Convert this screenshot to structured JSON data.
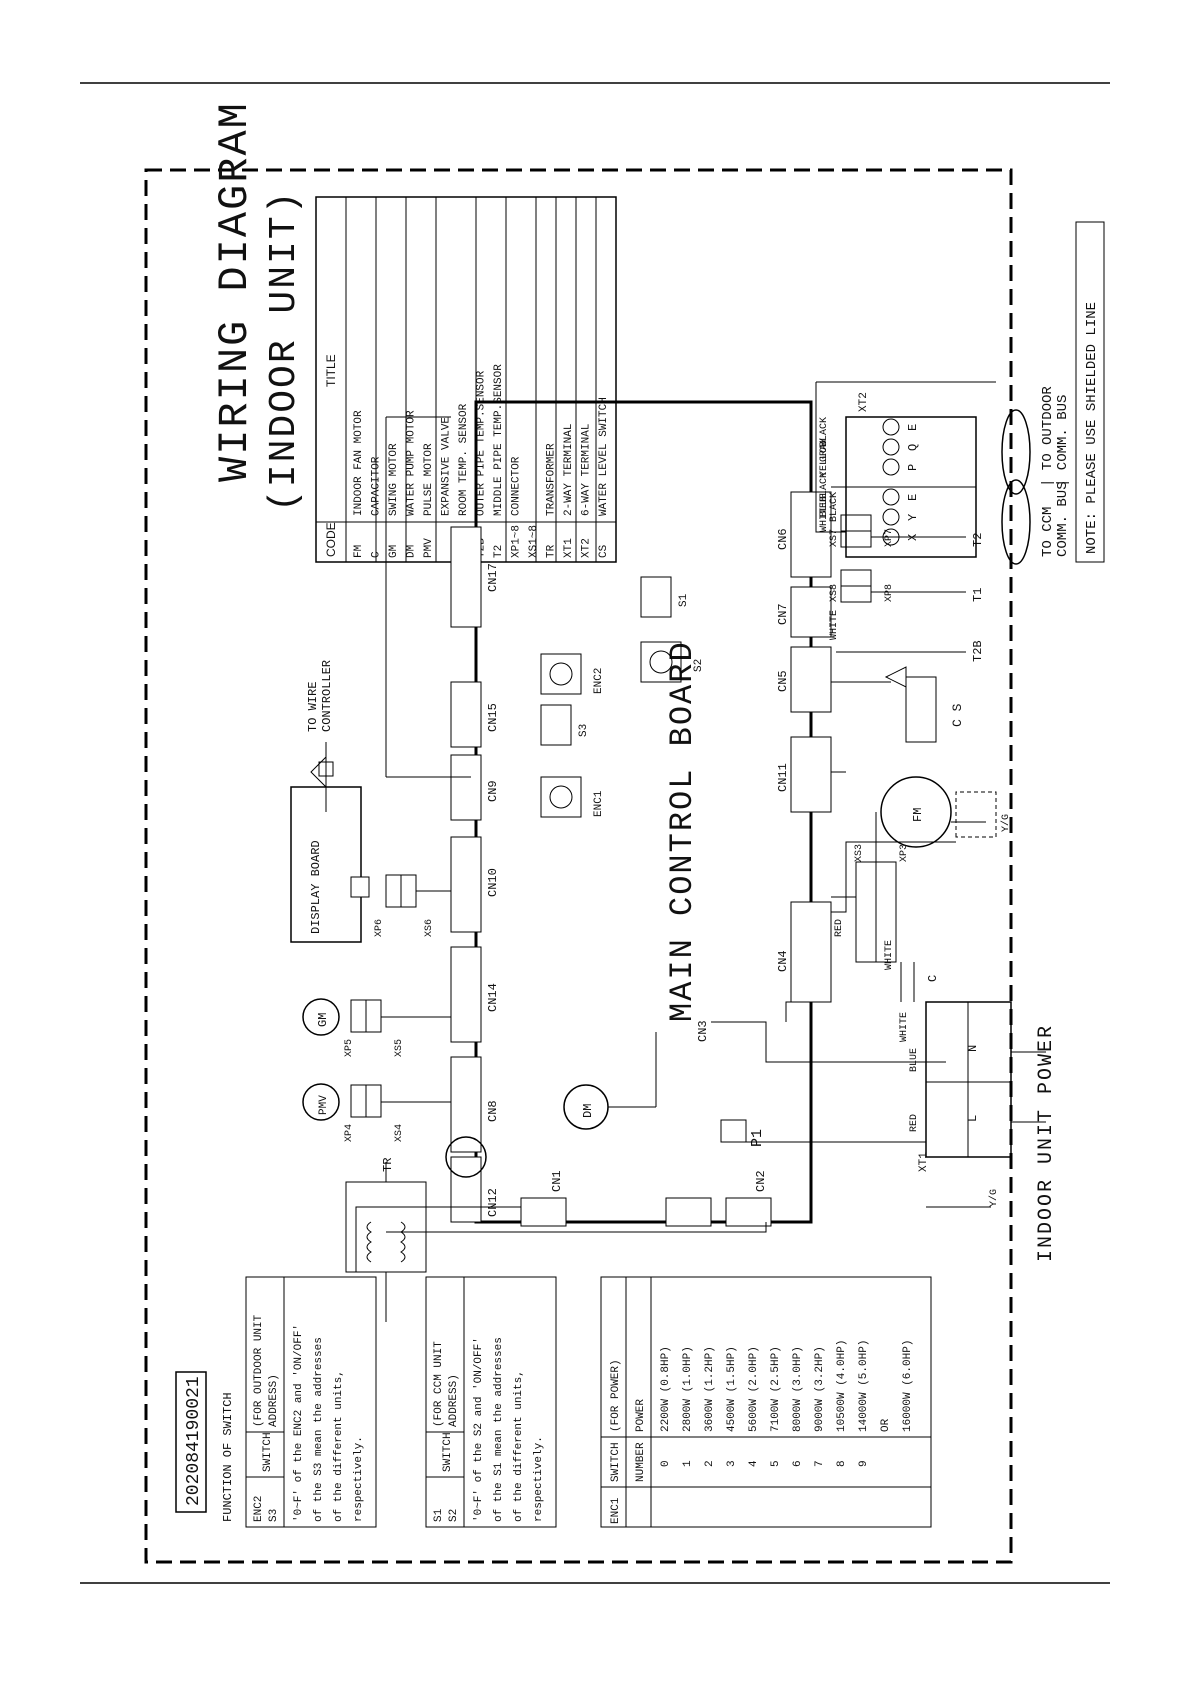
{
  "title": {
    "line1": "WIRING DIAGRAM",
    "line2": "(INDOOR UNIT)"
  },
  "drawing_number": "202084190021",
  "legend": {
    "header_code": "CODE",
    "header_title": "TITLE",
    "rows": [
      {
        "code": "FM",
        "title": "INDOOR FAN MOTOR"
      },
      {
        "code": "C",
        "title": "CAPACITOR"
      },
      {
        "code": "GM",
        "title": "SWING MOTOR"
      },
      {
        "code": "DM",
        "title": "WATER PUMP MOTOR"
      },
      {
        "code": "PMV",
        "title": "PULSE MOTOR"
      },
      {
        "code": "",
        "title": "EXPANSIVE VALVE"
      },
      {
        "code": "T1",
        "title": "ROOM TEMP. SENSOR"
      },
      {
        "code": "T2B",
        "title": "OUTER PIPE TEMP.SENSOR"
      },
      {
        "code": "T2",
        "title": "MIDDLE PIPE TEMP.SENSOR"
      },
      {
        "code": "XP1~8",
        "title": "CONNECTOR"
      },
      {
        "code": "XS1~8",
        "title": ""
      },
      {
        "code": "TR",
        "title": "TRANSFORMER"
      },
      {
        "code": "XT1",
        "title": "2-WAY TERMINAL"
      },
      {
        "code": "XT2",
        "title": "6-WAY TERMINAL"
      },
      {
        "code": "CS",
        "title": "WATER LEVEL SWITCH"
      }
    ]
  },
  "board": {
    "label": "MAIN CONTROL BOARD",
    "connectors": [
      "CN12",
      "CN8",
      "CN14",
      "CN10",
      "CN9",
      "CN15",
      "CN17",
      "CN4",
      "CN11",
      "CN5",
      "CN7",
      "CN6",
      "CN1",
      "CN3",
      "CN2",
      "P1"
    ],
    "switches": [
      "ENC1",
      "S3",
      "ENC2",
      "S2",
      "S1"
    ]
  },
  "components": {
    "pmv": "PMV",
    "gm": "GM",
    "dm": "DM",
    "fm": "FM",
    "tr": "TR",
    "cs": "C S",
    "c": "C",
    "xp4": "XP4",
    "xs4": "XS4",
    "xp5": "XP5",
    "xs5": "XS5",
    "xp6": "XP6",
    "xs6": "XS6",
    "xp7": "XP7",
    "xs7": "XS7",
    "xp8": "XP8",
    "xs8": "XS8",
    "xs3": "XS3",
    "xp3": "XP3",
    "xt1": "XT1",
    "xt2": "XT2",
    "display_board": "DISPLAY BOARD",
    "to_wire_controller_1": "TO WIRE",
    "to_wire_controller_2": "CONTROLLER",
    "t1": "T1",
    "t2": "T2",
    "t2b": "T2B",
    "yg1": "Y/G",
    "yg2": "Y/G"
  },
  "wire_colors": {
    "white_s": "WHITE",
    "black_s": "BLACK",
    "red_fm": "RED",
    "white_fm": "WHITE",
    "white_c": "WHITE",
    "blue_pwr": "BLUE",
    "red_pwr": "RED",
    "white_bus": "WHITE",
    "blue_bus": "BLUE",
    "black_bus": "BLACK",
    "yellow_bus": "YELLOW",
    "gray_bus": "GRAY",
    "black_bus2": "BLACK"
  },
  "terminals": {
    "xt1": [
      "L",
      "N"
    ],
    "xt2": [
      "X",
      "Y",
      "E",
      "P",
      "Q",
      "E"
    ]
  },
  "bus_labels": {
    "to_ccm_1": "TO CCM",
    "to_ccm_2": "COMM. BUS",
    "to_outdoor_1": "| TO OUTDOOR",
    "to_outdoor_2": "| COMM. BUS"
  },
  "note": "NOTE: PLEASE USE SHIELDED LINE",
  "power_label": "INDOOR UNIT POWER",
  "switch_functions": {
    "heading": "FUNCTION OF SWITCH",
    "table1": {
      "ids": [
        "ENC2",
        "S3"
      ],
      "switch_label": "SWITCH",
      "purpose_1": "(FOR OUTDOOR UNIT",
      "purpose_2": "ADDRESS)",
      "desc": [
        "'0~F' of the ENC2 and 'ON/OFF'",
        "of the S3 mean the addresses",
        "of the different units,",
        "respectively."
      ]
    },
    "table2": {
      "ids": [
        "S1",
        "S2"
      ],
      "switch_label": "SWITCH",
      "purpose_1": "(FOR CCM UNIT",
      "purpose_2": "ADDRESS)",
      "desc": [
        "'0~F' of the S2 and 'ON/OFF'",
        "of the S1 mean the addresses",
        "of the different units,",
        "respectively."
      ]
    },
    "table3": {
      "id": "ENC1",
      "switch_label": "SWITCH",
      "purpose": "(FOR POWER)",
      "col_number": "NUMBER",
      "col_power": "POWER",
      "rows": [
        {
          "n": "0",
          "p": "2200W  (0.8HP)"
        },
        {
          "n": "1",
          "p": "2800W  (1.0HP)"
        },
        {
          "n": "2",
          "p": "3600W  (1.2HP)"
        },
        {
          "n": "3",
          "p": "4500W  (1.5HP)"
        },
        {
          "n": "4",
          "p": "5600W  (2.0HP)"
        },
        {
          "n": "5",
          "p": "7100W  (2.5HP)"
        },
        {
          "n": "6",
          "p": "8000W  (3.0HP)"
        },
        {
          "n": "7",
          "p": "9000W  (3.2HP)"
        },
        {
          "n": "8",
          "p": "10500W (4.0HP)"
        },
        {
          "n": "9",
          "p": "14000W (5.0HP)"
        },
        {
          "n": "",
          "p": "OR"
        },
        {
          "n": "",
          "p": "16000W (6.0HP)"
        }
      ]
    }
  }
}
